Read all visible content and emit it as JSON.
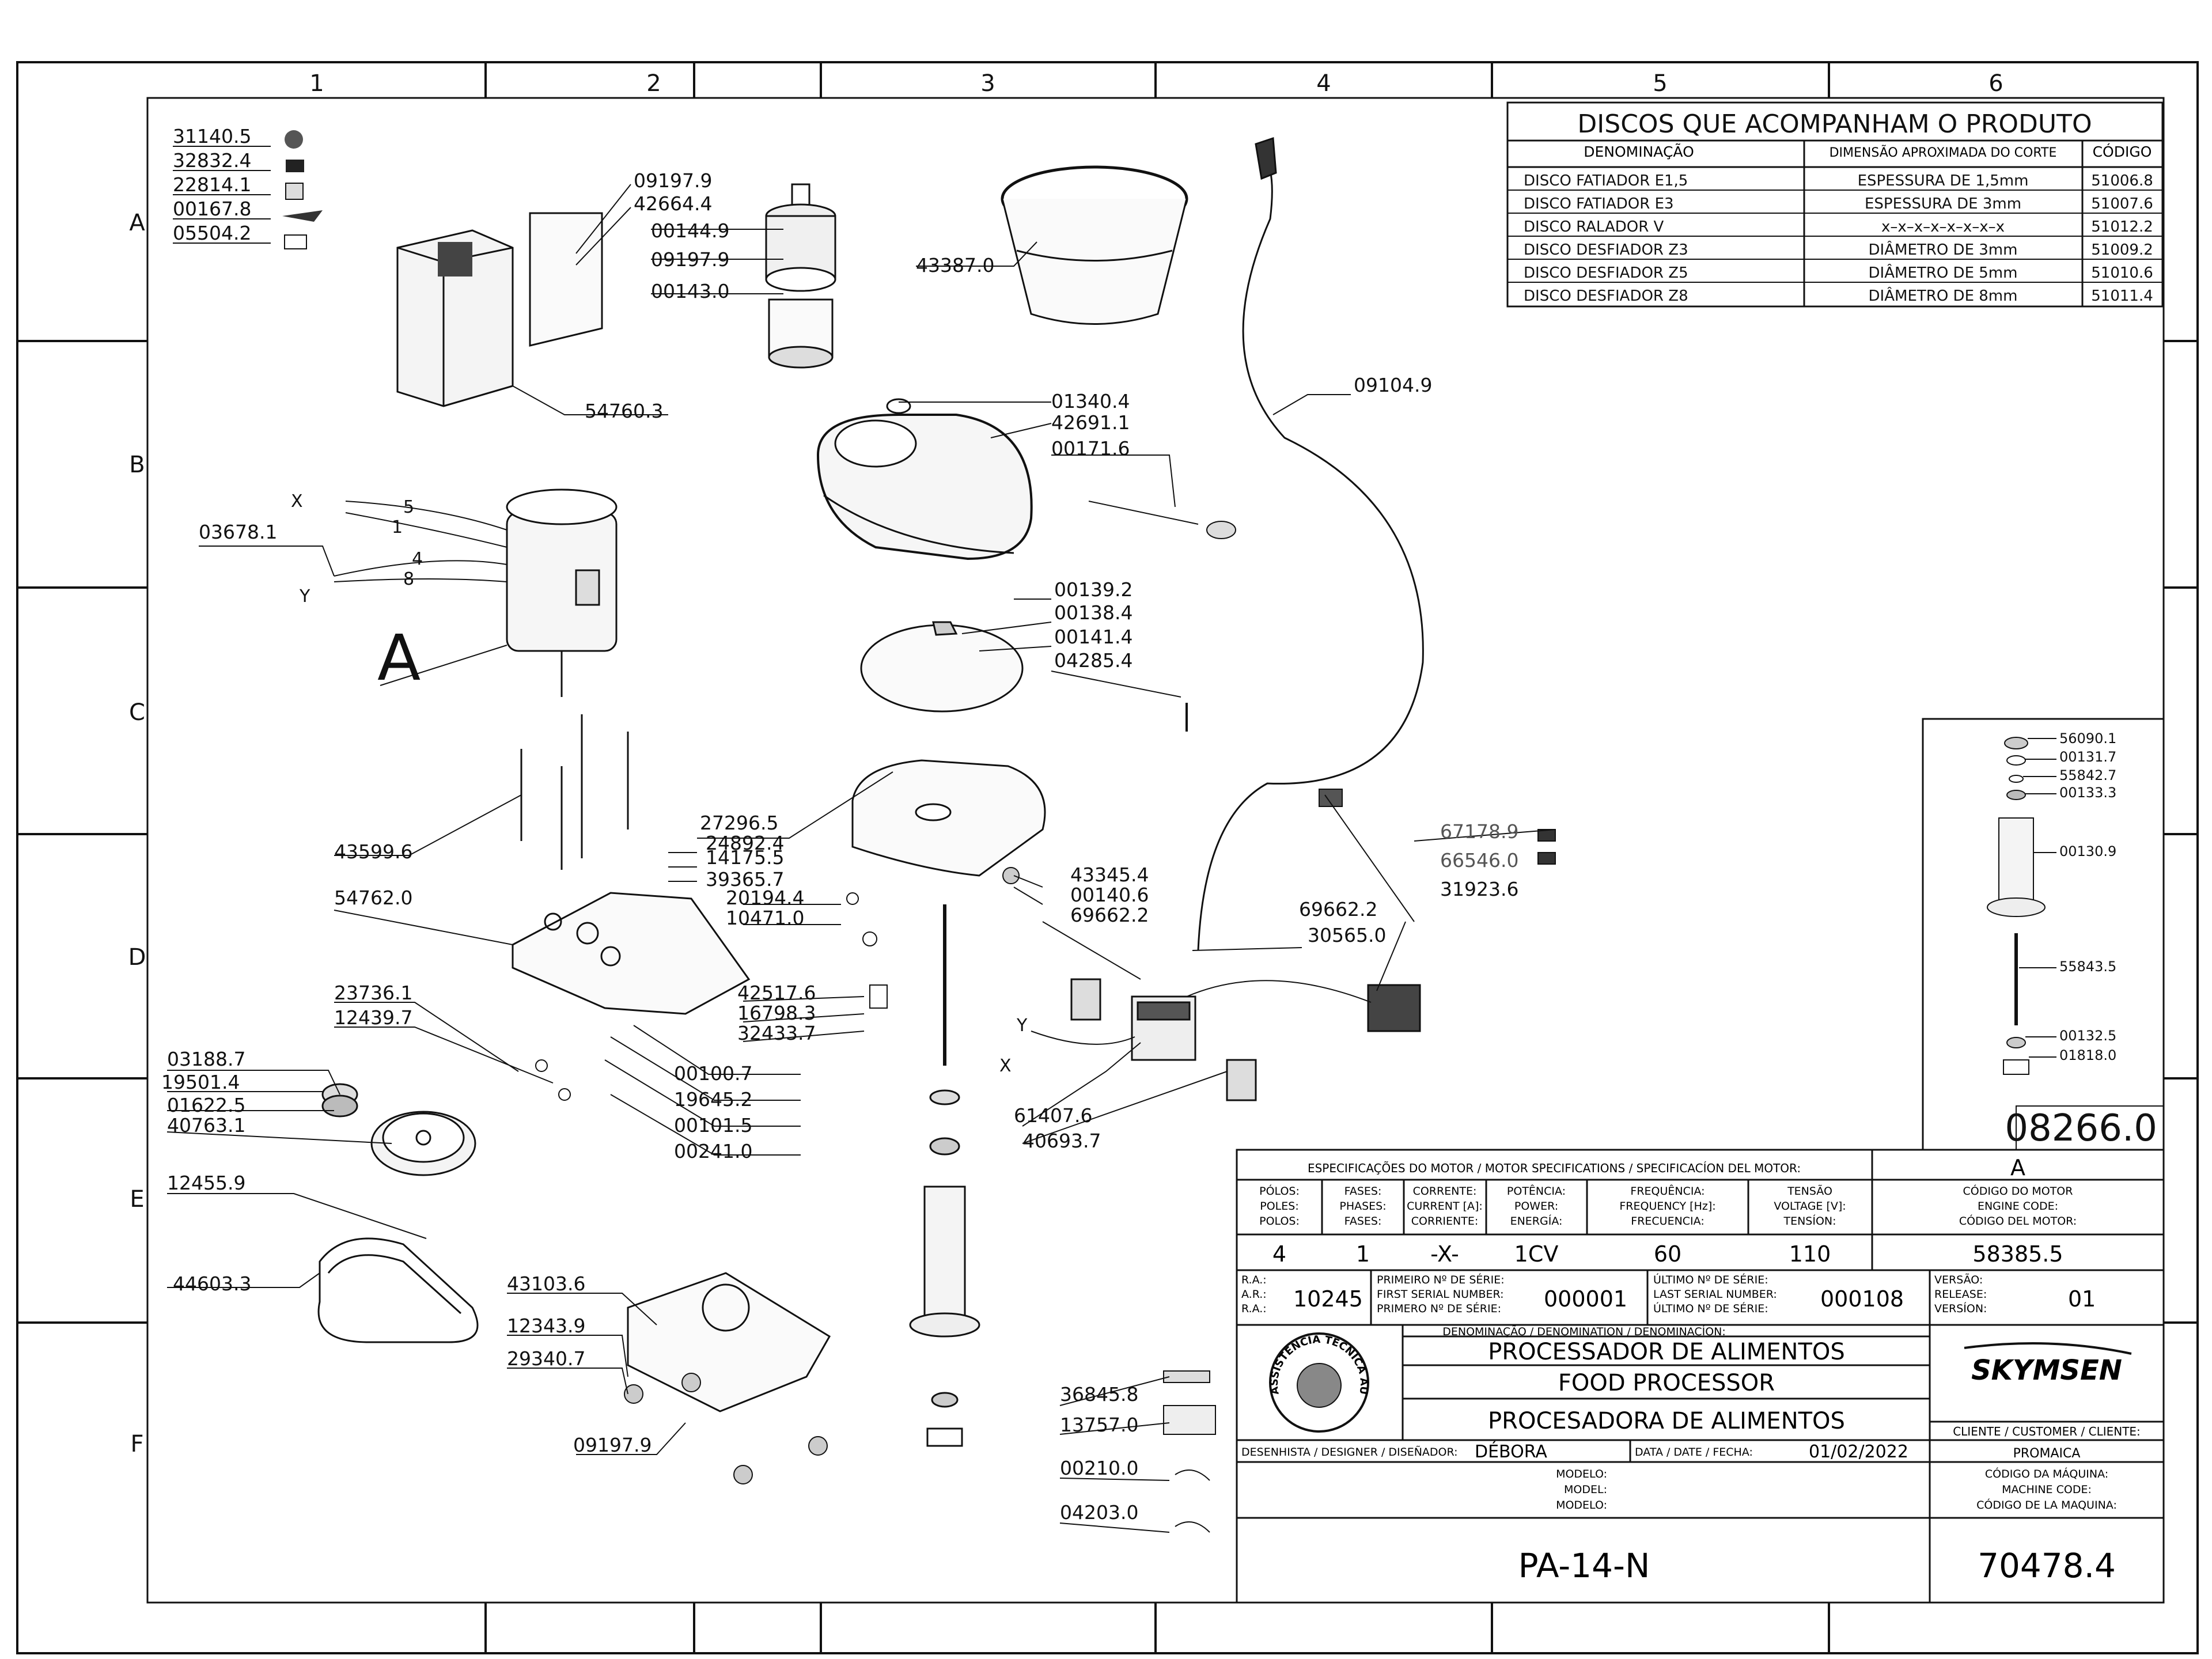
{
  "grid": {
    "columns": [
      "1",
      "2",
      "3",
      "4",
      "5",
      "6"
    ],
    "rows": [
      "A",
      "B",
      "C",
      "D",
      "E",
      "F"
    ]
  },
  "discs_table": {
    "title": "DISCOS QUE ACOMPANHAM O PRODUTO",
    "headers": [
      "DENOMINAÇÃO",
      "DIMENSÃO APROXIMADA DO CORTE",
      "CÓDIGO"
    ],
    "rows": [
      [
        "DISCO FATIADOR E1,5",
        "ESPESSURA DE 1,5mm",
        "51006.8"
      ],
      [
        "DISCO FATIADOR E3",
        "ESPESSURA DE 3mm",
        "51007.6"
      ],
      [
        "DISCO RALADOR V",
        "x–x–x–x–x–x–x–x",
        "51012.2"
      ],
      [
        "DISCO DESFIADOR Z3",
        "DIÂMETRO DE 3mm",
        "51009.2"
      ],
      [
        "DISCO DESFIADOR Z5",
        "DIÂMETRO DE 5mm",
        "51010.6"
      ],
      [
        "DISCO DESFIADOR Z8",
        "DIÂMETRO DE 8mm",
        "51011.4"
      ]
    ]
  },
  "legend_parts": [
    "31140.5",
    "32832.4",
    "22814.1",
    "00167.8",
    "05504.2"
  ],
  "part_labels": {
    "p09197_9a": "09197.9",
    "p42664_4": "42664.4",
    "p54760_3": "54760.3",
    "p00144_9": "00144.9",
    "p09197_9b": "09197.9",
    "p00143_0": "00143.0",
    "p43387_0": "43387.0",
    "p01340_4": "01340.4",
    "p42691_1": "42691.1",
    "p00171_6": "00171.6",
    "p09104_9": "09104.9",
    "p03678_1": "03678.1",
    "pA": "A",
    "p00139_2": "00139.2",
    "p00138_4": "00138.4",
    "p00141_4": "00141.4",
    "p04285_4": "04285.4",
    "p43599_6": "43599.6",
    "p27296_5": "27296.5",
    "p24892_4": "24892.4",
    "p14175_5": "14175.5",
    "p39365_7": "39365.7",
    "p54762_0": "54762.0",
    "p20194_4": "20194.4",
    "p10471_0": "10471.0",
    "p43345_4": "43345.4",
    "p00140_6": "00140.6",
    "p69662_2a": "69662.2",
    "p67178_9": "67178.9",
    "p66546_0": "66546.0",
    "p31923_6": "31923.6",
    "p69662_2b": "69662.2",
    "p30565_0": "30565.0",
    "p23736_1": "23736.1",
    "p12439_7": "12439.7",
    "p42517_6": "42517.6",
    "p16798_3": "16798.3",
    "p32433_7": "32433.7",
    "p03188_7": "03188.7",
    "p19501_4": "19501.4",
    "p01622_5": "01622.5",
    "p40763_1": "40763.1",
    "p00100_7": "00100.7",
    "p19645_2": "19645.2",
    "p00101_5": "00101.5",
    "p00241_0": "00241.0",
    "p61407_6": "61407.6",
    "p40693_7": "40693.7",
    "p12455_9": "12455.9",
    "p44603_3": "44603.3",
    "p43103_6": "43103.6",
    "p12343_9": "12343.9",
    "p29340_7": "29340.7",
    "p09197_9c": "09197.9",
    "p36845_8": "36845.8",
    "p13757_0": "13757.0",
    "p00210_0": "00210.0",
    "p04203_0": "04203.0"
  },
  "wire_labels": {
    "x1": "X",
    "y1": "Y",
    "n5": "5",
    "n1": "1",
    "n4": "4",
    "n8": "8",
    "x2": "X",
    "y2": "Y"
  },
  "shaft_detail": {
    "parts": [
      "56090.1",
      "00131.7",
      "55842.7",
      "00133.3",
      "00130.9",
      "55843.5",
      "00132.5",
      "01818.0"
    ],
    "assembly_code": "08266.0"
  },
  "title_block": {
    "motor_spec_title": "ESPECIFICAÇÕES DO MOTOR / MOTOR SPECIFICATIONS / SPECIFICACÍON DEL MOTOR:",
    "motor_letter": "A",
    "spec_headers": [
      [
        "PÓLOS:",
        "POLES:",
        "POLOS:"
      ],
      [
        "FASES:",
        "PHASES:",
        "FASES:"
      ],
      [
        "CORRENTE:",
        "CURRENT [A]:",
        "CORRIENTE:"
      ],
      [
        "POTÊNCIA:",
        "POWER:",
        "ENERGÍA:"
      ],
      [
        "FREQUÊNCIA:",
        "FREQUENCY [Hz]:",
        "FRECUENCIA:"
      ],
      [
        "TENSÃO",
        "VOLTAGE [V]:",
        "TENSÍON:"
      ],
      [
        "CÓDIGO DO MOTOR",
        "ENGINE CODE:",
        "CÓDIGO DEL MOTOR:"
      ]
    ],
    "spec_values": [
      "4",
      "1",
      "-X-",
      "1CV",
      "60",
      "110",
      "58385.5"
    ],
    "ra_labels": [
      "R.A.:",
      "A.R.:",
      "R.A.:"
    ],
    "ra_value": "10245",
    "first_serial_labels": [
      "PRIMEIRO Nº DE SÉRIE:",
      "FIRST SERIAL NUMBER:",
      "PRIMERO Nº DE SÉRIE:"
    ],
    "first_serial": "000001",
    "last_serial_labels": [
      "ÚLTIMO Nº DE SÉRIE:",
      "LAST SERIAL NUMBER:",
      "ÚLTIMO Nº DE SÉRIE:"
    ],
    "last_serial": "000108",
    "version_labels": [
      "VERSÃO:",
      "RELEASE:",
      "VERSÍON:"
    ],
    "version": "01",
    "denomination_label": "DENOMINAÇÃO / DENOMINATION / DENOMINACÍON:",
    "names": [
      "PROCESSADOR DE ALIMENTOS",
      "FOOD PROCESSOR",
      "PROCESADORA DE ALIMENTOS"
    ],
    "brand": "SKYMSEN",
    "seal_text": "ASSISTÊNCIA TÉCNICA AUTORIZADA",
    "client_label": "CLIENTE / CUSTOMER / CLIENTE:",
    "client": "PROMAICA",
    "designer_label": "DESENHISTA / DESIGNER / DISEÑADOR:",
    "designer": "DÉBORA",
    "date_label": "DATA / DATE / FECHA:",
    "date": "01/02/2022",
    "model_labels": [
      "MODELO:",
      "MODEL:",
      "MODELO:"
    ],
    "model": "PA-14-N",
    "machine_code_labels": [
      "CÓDIGO DA MÁQUINA:",
      "MACHINE CODE:",
      "CÓDIGO DE LA MAQUINA:"
    ],
    "machine_code": "70478.4"
  }
}
